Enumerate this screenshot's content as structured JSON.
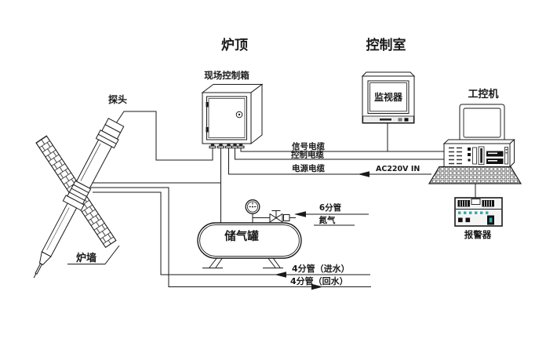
{
  "diagram": {
    "zones": {
      "furnace_top": "炉顶",
      "control_room": "控制室"
    },
    "components": {
      "probe": "探头",
      "furnace_wall": "炉墙",
      "field_control_box": "现场控制箱",
      "display_monitor": "监视器",
      "industrial_pc": "工控机",
      "gas_tank": "储气罐",
      "alarm": "报警器"
    },
    "cables": {
      "signal": "信号电缆",
      "control": "控制电缆",
      "power": "电源电缆",
      "ac_in": "AC220V IN"
    },
    "pipes": {
      "nitrogen_size": "6分管",
      "nitrogen": "氮气",
      "water_in": "4分管（进水）",
      "water_out": "4分管（回水）"
    },
    "colors": {
      "line": "#1a1a1a",
      "background": "#ffffff",
      "indicator": "#2fa8a8"
    }
  }
}
